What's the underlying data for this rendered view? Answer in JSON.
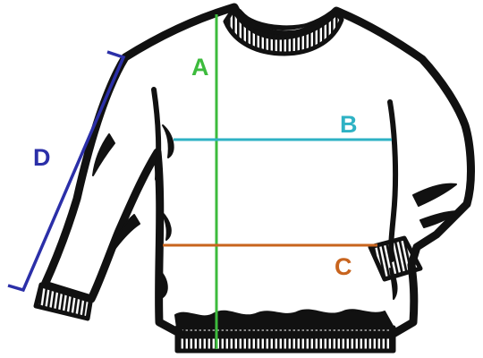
{
  "measurements": {
    "a": {
      "label": "A",
      "color": "#3dbb3d"
    },
    "b": {
      "label": "B",
      "color": "#2eb2c4"
    },
    "c": {
      "label": "C",
      "color": "#c8641e"
    },
    "d": {
      "label": "D",
      "color": "#2b2fa8"
    }
  },
  "garment": {
    "outline_color": "#111111",
    "fill_color": "#ffffff"
  }
}
